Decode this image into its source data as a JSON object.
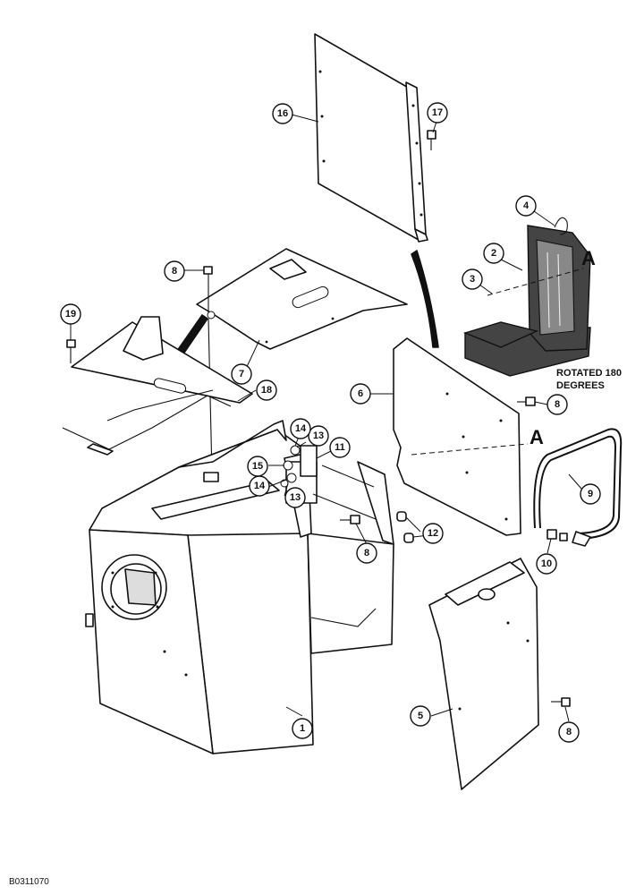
{
  "figure_code": "B0311070",
  "note_lines": [
    "ROTATED 180",
    "DEGREES"
  ],
  "reference_markers": [
    "A",
    "A"
  ],
  "callouts": [
    {
      "id": "c1",
      "label": "1"
    },
    {
      "id": "c2",
      "label": "2"
    },
    {
      "id": "c3",
      "label": "3"
    },
    {
      "id": "c4",
      "label": "4"
    },
    {
      "id": "c5",
      "label": "5"
    },
    {
      "id": "c6",
      "label": "6"
    },
    {
      "id": "c7",
      "label": "7"
    },
    {
      "id": "c8a",
      "label": "8"
    },
    {
      "id": "c8b",
      "label": "8"
    },
    {
      "id": "c8c",
      "label": "8"
    },
    {
      "id": "c8d",
      "label": "8"
    },
    {
      "id": "c9",
      "label": "9"
    },
    {
      "id": "c10",
      "label": "10"
    },
    {
      "id": "c11",
      "label": "11"
    },
    {
      "id": "c12",
      "label": "12"
    },
    {
      "id": "c13a",
      "label": "13"
    },
    {
      "id": "c13b",
      "label": "13"
    },
    {
      "id": "c14a",
      "label": "14"
    },
    {
      "id": "c14b",
      "label": "14"
    },
    {
      "id": "c15",
      "label": "15"
    },
    {
      "id": "c16",
      "label": "16"
    },
    {
      "id": "c17",
      "label": "17"
    },
    {
      "id": "c18",
      "label": "18"
    },
    {
      "id": "c19",
      "label": "19"
    }
  ]
}
